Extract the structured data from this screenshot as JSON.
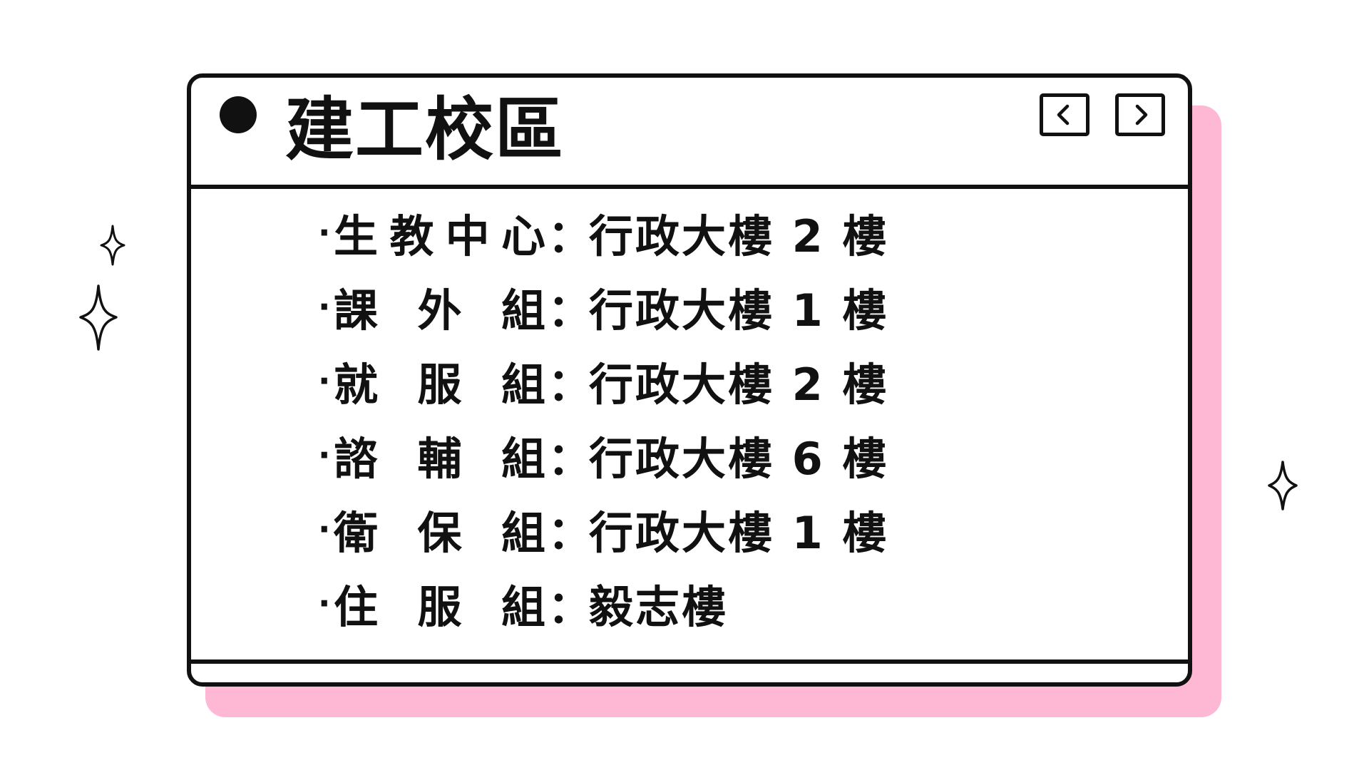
{
  "window": {
    "title": "建工校區"
  },
  "items": [
    {
      "unit": "生教中心",
      "separator": "：",
      "location": "行政大樓 2 樓"
    },
    {
      "unit": "課 外 組",
      "separator": "：",
      "location": "行政大樓 1 樓"
    },
    {
      "unit": "就 服 組",
      "separator": "：",
      "location": "行政大樓 2 樓"
    },
    {
      "unit": "諮 輔 組",
      "separator": "：",
      "location": "行政大樓 6 樓"
    },
    {
      "unit": "衛 保 組",
      "separator": "：",
      "location": "行政大樓 1 樓"
    },
    {
      "unit": "住 服 組",
      "separator": "：",
      "location": "毅志樓"
    }
  ],
  "bullet": "·",
  "icons": {
    "prev": "chevron-left-icon",
    "next": "chevron-right-icon",
    "decoration": "sparkle-icon"
  },
  "colors": {
    "outline": "#111111",
    "shadow": "#ffb8d4",
    "background": "#ffffff"
  }
}
